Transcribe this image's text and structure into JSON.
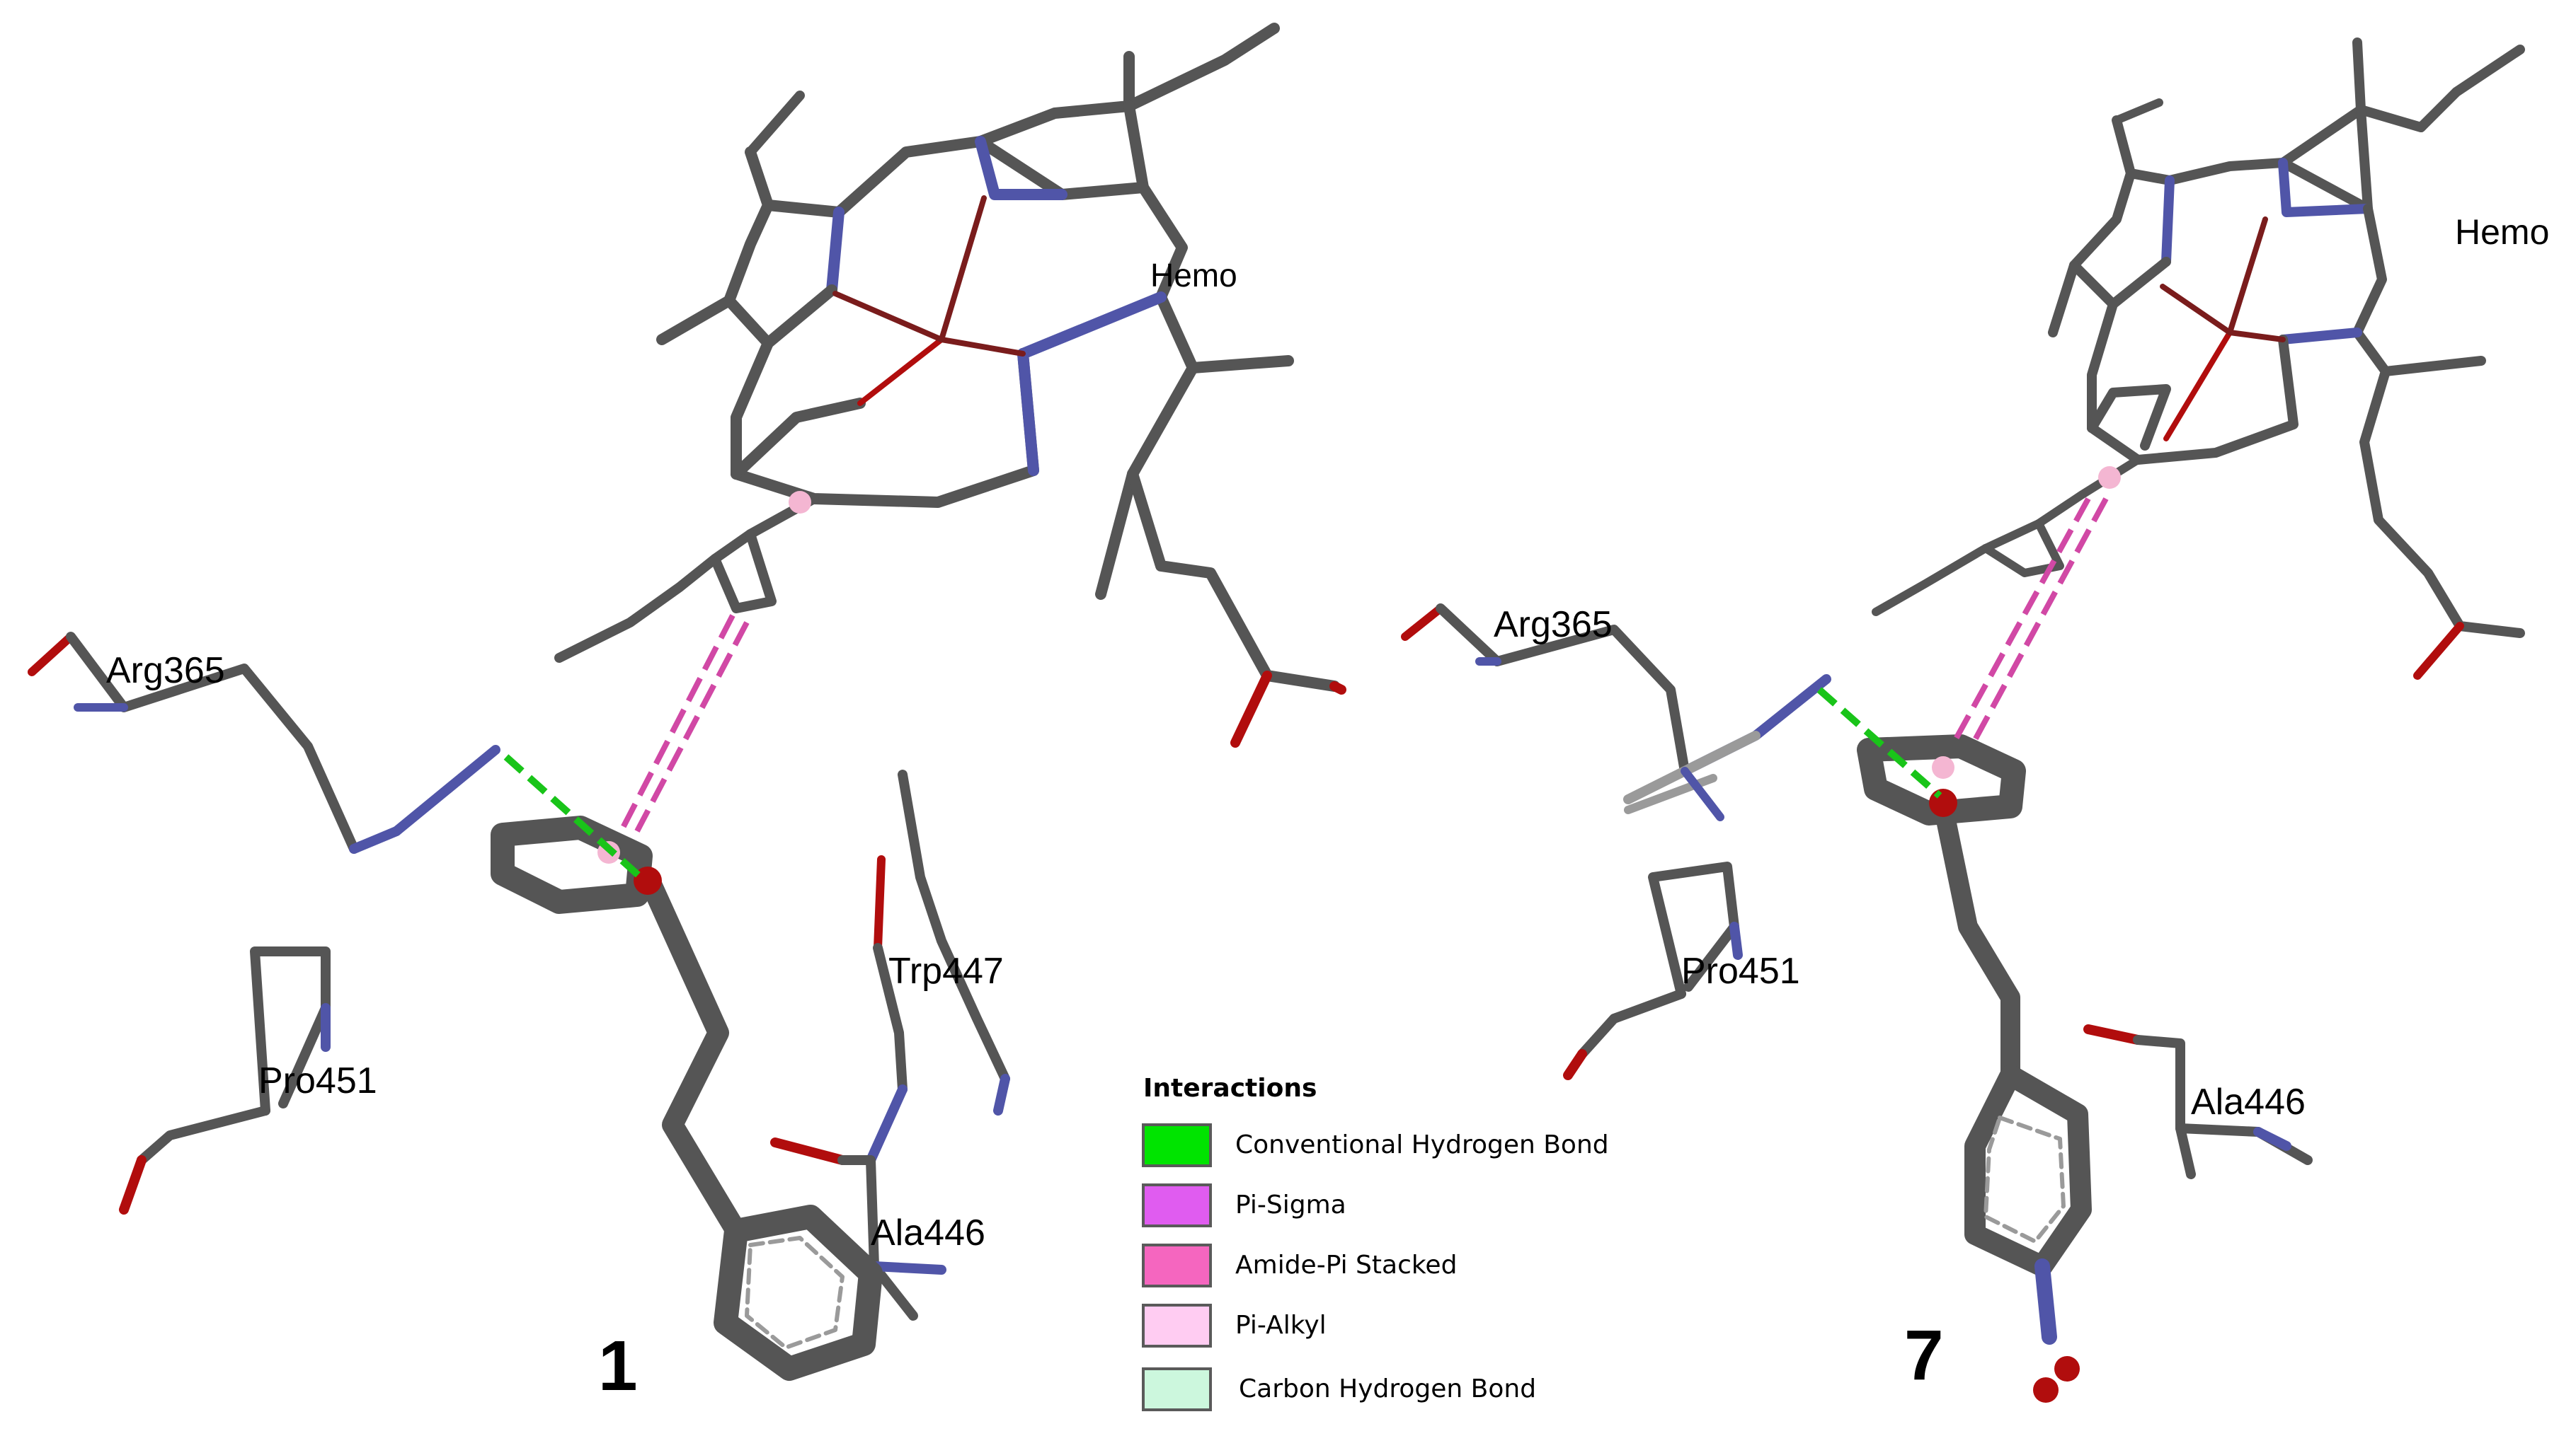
{
  "panels": [
    {
      "label": "1",
      "residues": [
        "Arg365",
        "Pro451",
        "Trp447",
        "Ala446",
        "Hemo"
      ]
    },
    {
      "label": "7",
      "residues": [
        "Arg365",
        "Pro451",
        "Ala446",
        "Hemo"
      ]
    }
  ],
  "legend": {
    "title": "Interactions",
    "items": [
      {
        "label": "Conventional Hydrogen Bond",
        "color": "#00e400",
        "border": "#5a5a5a"
      },
      {
        "label": "Pi-Sigma",
        "color": "#e05cf0",
        "border": "#5a5a5a"
      },
      {
        "label": "Amide-Pi Stacked",
        "color": "#f566bf",
        "border": "#5a5a5a"
      },
      {
        "label": "Pi-Alkyl",
        "color": "#ffccf2",
        "border": "#5a5a5a"
      },
      {
        "label": "Carbon Hydrogen Bond",
        "color": "#ccf7dd",
        "border": "#5a5a5a"
      }
    ]
  },
  "colors": {
    "carbon": "#555555",
    "nitrogen": "#5055a8",
    "oxygen": "#b10d0d",
    "iron": "#7a1c1c",
    "hbond": "#19c419",
    "pi_interaction": "#d148a5",
    "centroid": "#f4b6d2"
  }
}
